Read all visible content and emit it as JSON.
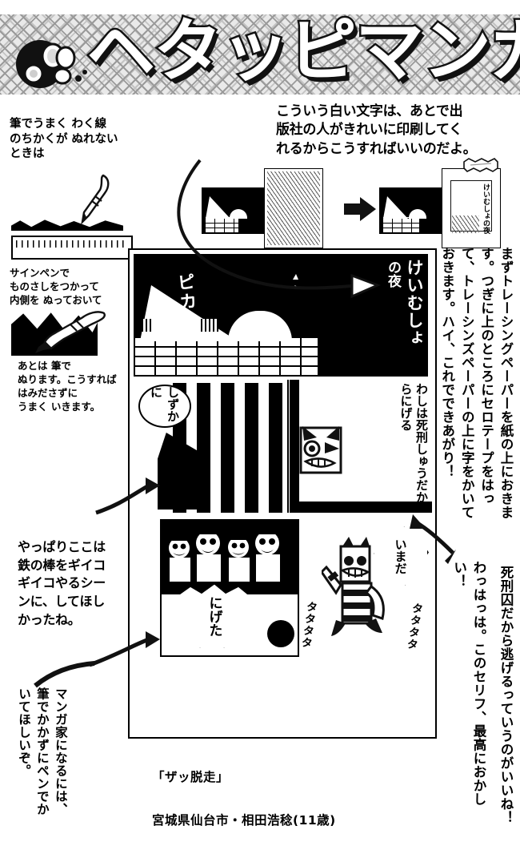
{
  "banner": {
    "title": "ヘタッピマンガ",
    "mascot_icon": "camera-face-icon",
    "pattern": "diamond-halftone"
  },
  "notes": {
    "brush_frame": "筆でうまく わく線\nのちかくが ぬれない\nときは",
    "ruler_step": "サインペンで\nものさしをつかって\n内側を ぬっておいて",
    "paint_step": "あとは 筆で\nぬります。こうすれば\nはみださずに\nうまく いきます。",
    "white_letters": "こういう白い文字は、あとで出\n版社の人がきれいに印刷してく\nれるからこうすればいいのだよ。",
    "tracing": "まずトレーシングペーパーを紙の上におきます。つぎに上のところにセロテープをはって、トレーシンズペーパーの上に字をかいておきます。ハイ、これでできあがり！",
    "iron_bar": "やっぱりここは\n鉄の棒をギイコ\nギイコやるシー\nンに、してほし\nかったね。",
    "use_pen": "マンガ家になるには、筆でかかずにペンでかいてほしいぞ。",
    "laugh": "わっはっは。このセリフ、最高におかしい！",
    "death_row": "死刑囚だから逃げるっていうのがいいね！"
  },
  "comic": {
    "panel1": {
      "title_vertical": "けいむしょ",
      "title_vertical2": "の夜",
      "sfx": "ピカ",
      "moon_icon": "crescent-moon-face-icon"
    },
    "panel2": {
      "bubble": "しずかに",
      "prisoner_icon": "prisoner-climbing-icon"
    },
    "panel3": {
      "line": "わしは死刑しゅうだからにげる",
      "face_icon": "angry-face-icon"
    },
    "panel4": {
      "burst": "にげた",
      "crowd_icon": "crowd-of-guards-icon"
    },
    "panel5": {
      "burst": "いまだ",
      "sfx_left": "タタタタ",
      "sfx_right": "タタタタ",
      "runner_icon": "running-prisoner-icon"
    }
  },
  "demo": {
    "arrow_icon": "right-arrow-icon",
    "tape_icon": "cellophane-tape-icon",
    "before_label": "",
    "after_label": "けいむしょの夜"
  },
  "caption": {
    "title": "「ザッ脱走」",
    "credit": "宮城県仙台市・相田浩稔(11歳)"
  },
  "colors": {
    "ink": "#000000",
    "paper": "#ffffff",
    "banner_bg": "#e9e9e9"
  }
}
